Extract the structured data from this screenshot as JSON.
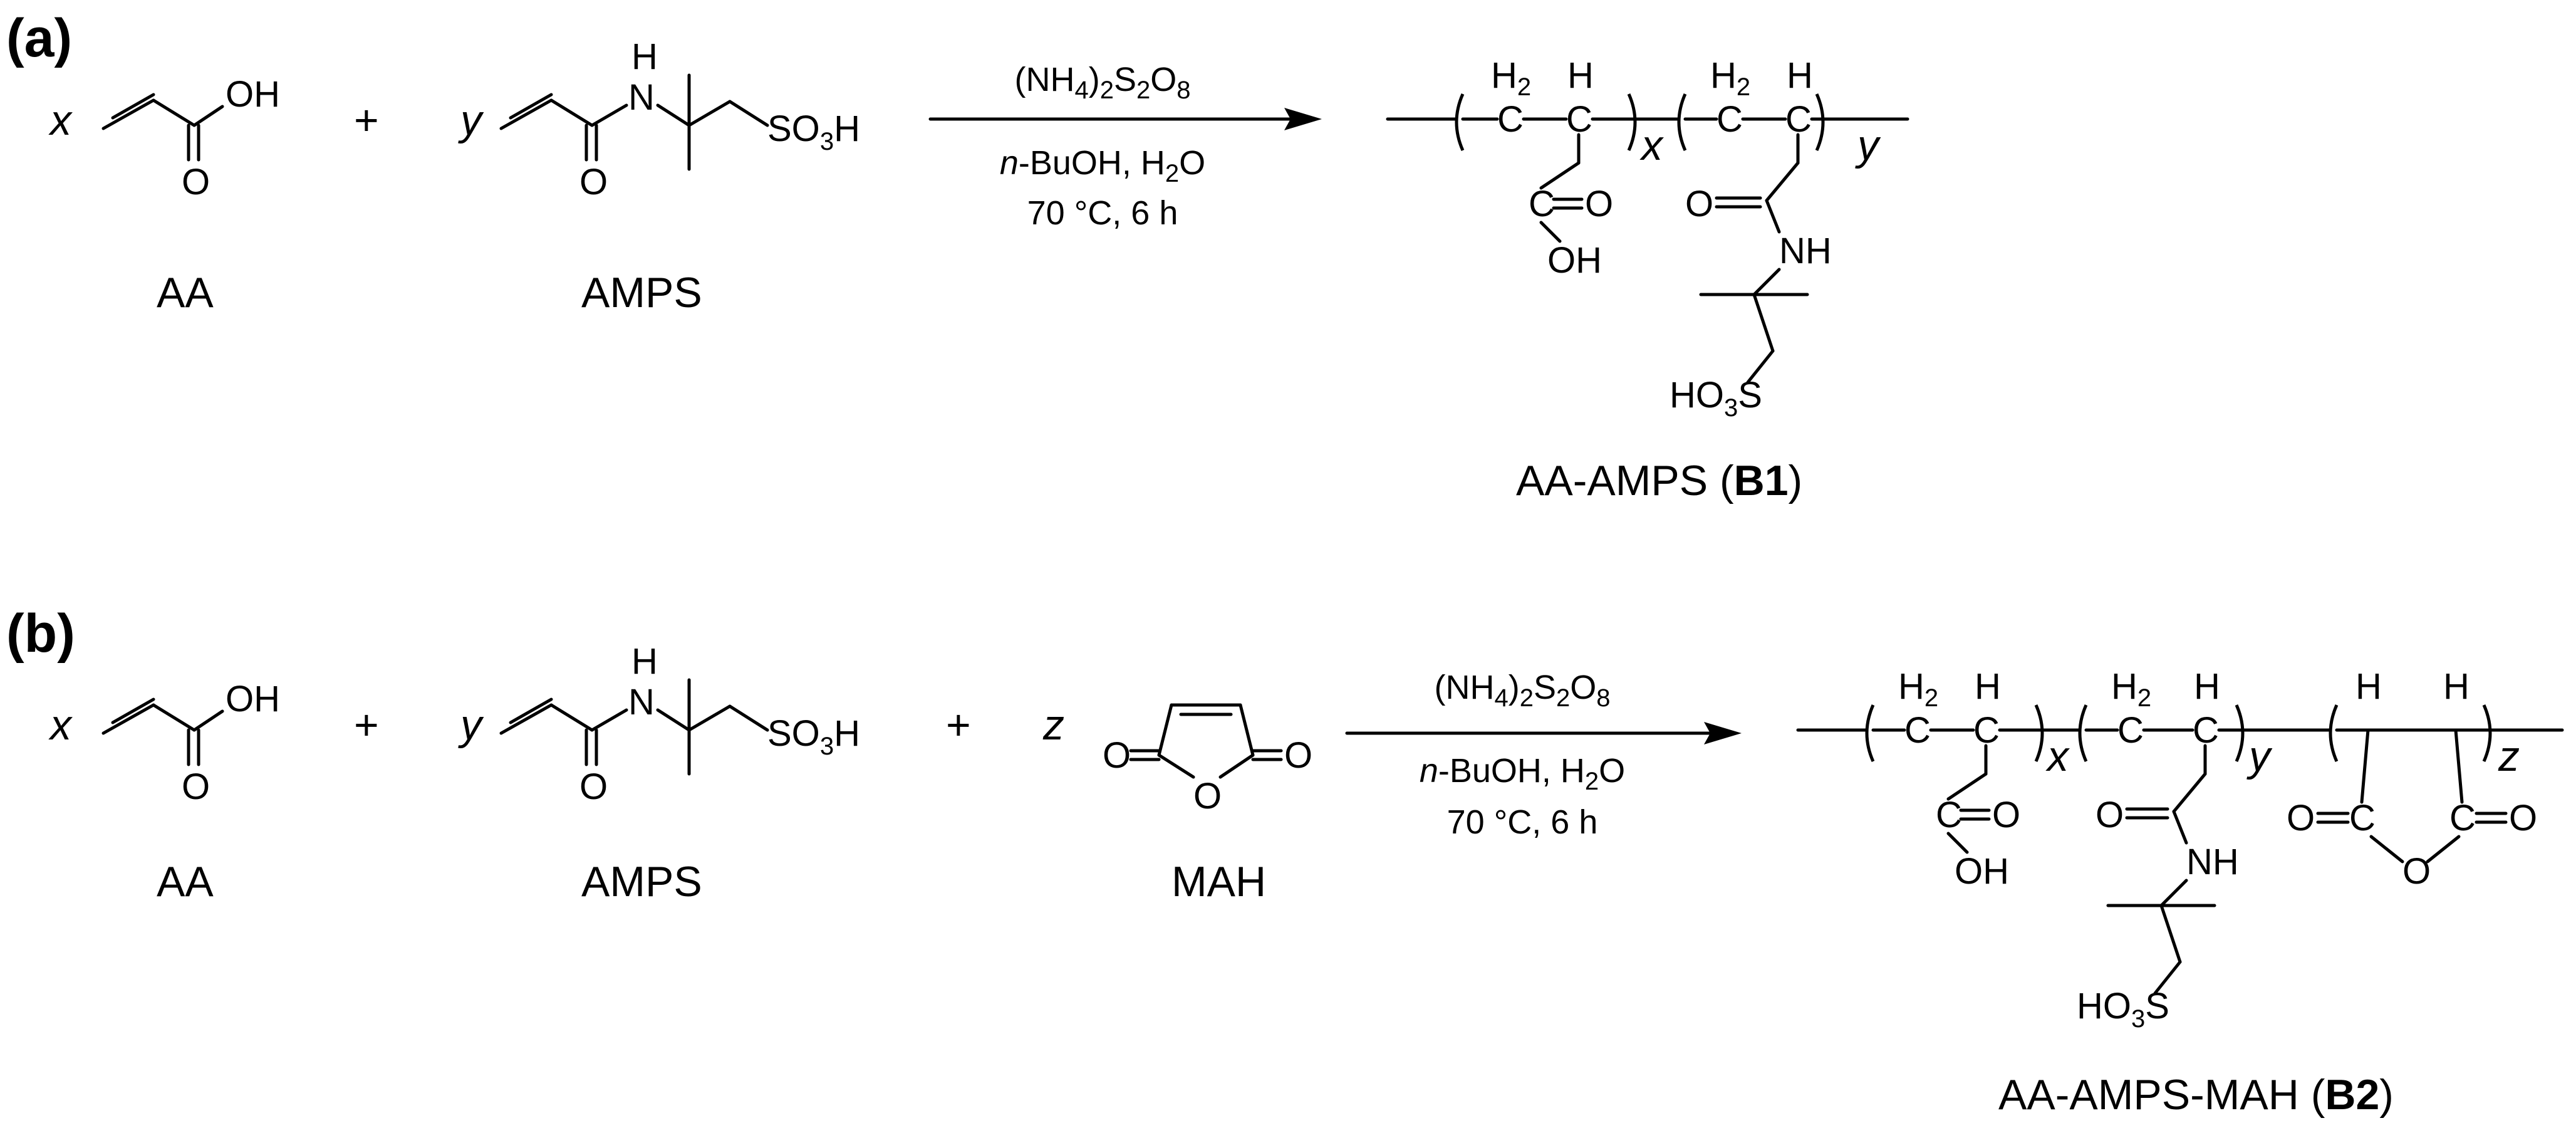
{
  "panel_a": {
    "label": "a",
    "coeff_x": "x",
    "coeff_y": "y",
    "plus": "+",
    "aa_oh": "OH",
    "aa_o": "O",
    "aa_name": "AA",
    "amps_h": "H",
    "amps_n": "N",
    "amps_so3h": "SO",
    "amps_so3h_sub": "3",
    "amps_so3h_end": "H",
    "amps_o": "O",
    "amps_name": "AMPS",
    "reagent": "(NH4)2S2O8",
    "solvent": "n-BuOH, H2O",
    "conditions": "70 °C, 6 h",
    "product_name": "AA-AMPS (B1)",
    "product_name_prefix": "AA-AMPS (",
    "product_name_bold": "B1",
    "product_name_suffix": ")",
    "poly_h2": "H",
    "poly_h2_sub": "2",
    "poly_c": "C",
    "poly_h": "H",
    "poly_o": "O",
    "poly_oh": "OH",
    "poly_nh": "NH",
    "poly_ho3s": "HO",
    "poly_ho3s_sub": "3",
    "poly_ho3s_end": "S",
    "sub_x": "x",
    "sub_y": "y"
  },
  "panel_b": {
    "label": "b",
    "coeff_x": "x",
    "coeff_y": "y",
    "coeff_z": "z",
    "plus": "+",
    "aa_name": "AA",
    "amps_name": "AMPS",
    "mah_name": "MAH",
    "mah_o": "O",
    "reagent": "(NH4)2S2O8",
    "solvent": "n-BuOH, H2O",
    "conditions": "70 °C, 6 h",
    "product_name": "AA-AMPS-MAH (B2)",
    "product_name_prefix": "AA-AMPS-MAH (",
    "product_name_bold": "B2",
    "product_name_suffix": ")",
    "sub_x": "x",
    "sub_y": "y",
    "sub_z": "z"
  }
}
